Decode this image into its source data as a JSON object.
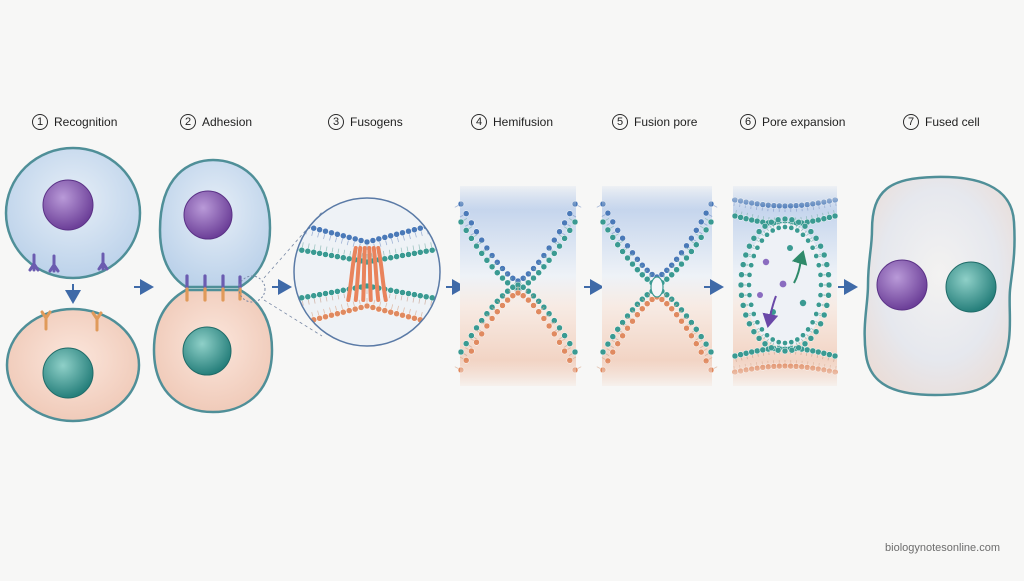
{
  "steps": [
    {
      "num": "1",
      "label": "Recognition"
    },
    {
      "num": "2",
      "label": "Adhesion"
    },
    {
      "num": "3",
      "label": "Fusogens"
    },
    {
      "num": "4",
      "label": "Hemifusion"
    },
    {
      "num": "5",
      "label": "Fusion pore"
    },
    {
      "num": "6",
      "label": "Pore expansion"
    },
    {
      "num": "7",
      "label": "Fused cell"
    }
  ],
  "credit": "biologynotesonline.com",
  "colors": {
    "cell_blue": "#c9dcee",
    "cell_peach": "#f3d3c4",
    "membrane": "#4f8f98",
    "nucleus_purple": "#7b4ea6",
    "nucleus_teal": "#2f8f8a",
    "lipid_blue": "#4a79b8",
    "lipid_teal": "#3a9a92",
    "lipid_orange": "#e08a60",
    "arrow": "#3f6aa8"
  }
}
